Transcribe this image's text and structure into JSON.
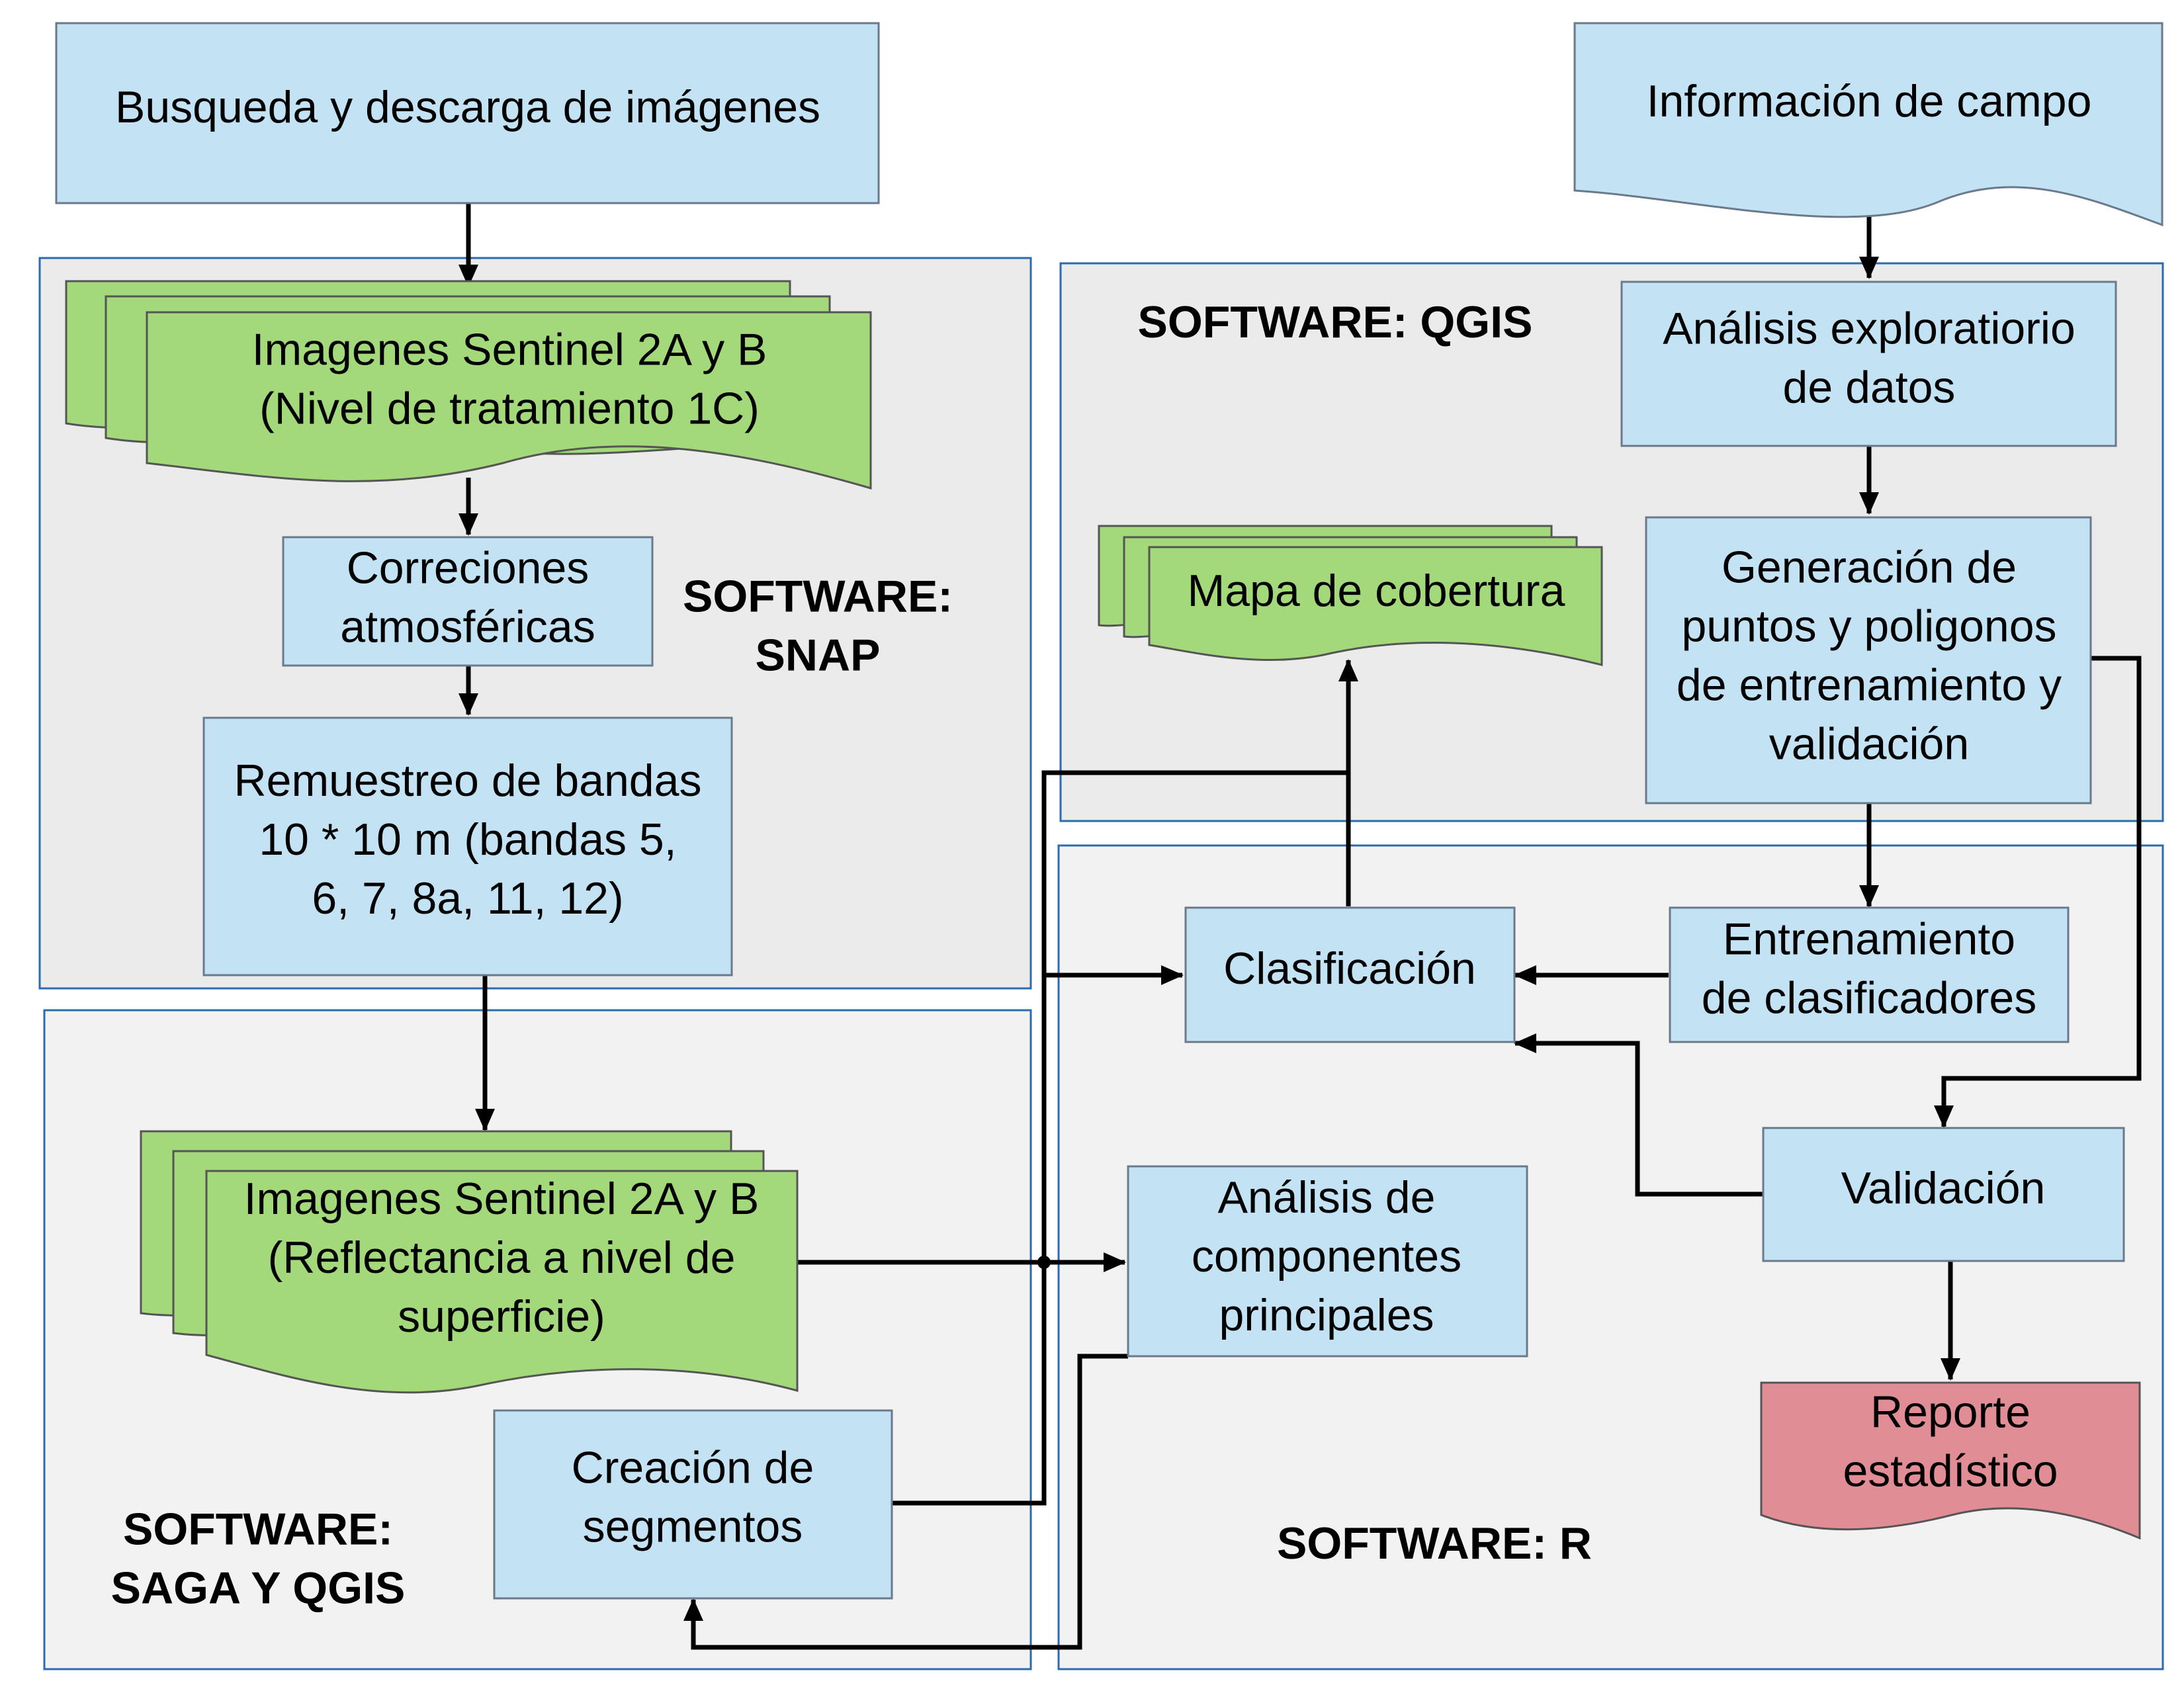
{
  "panels": {
    "snap": "SOFTWARE:\nSNAP",
    "qgis": "SOFTWARE: QGIS",
    "saga": "SOFTWARE:\nSAGA Y QGIS",
    "r": "SOFTWARE: R"
  },
  "nodes": {
    "busqueda": "Busqueda y descarga de imágenes",
    "informacion": "Información de campo",
    "sentinel_1c": "Imagenes Sentinel 2A y B\n(Nivel  de tratamiento 1C)",
    "correcciones": "Correciones\natmosféricas",
    "remuestreo": "Remuestreo de bandas\n10 * 10 m  (bandas 5,\n6, 7, 8a, 11, 12)",
    "analisis_exploratorio": "Análisis exploratiorio\nde datos",
    "mapa": "Mapa de cobertura",
    "generacion": "Generación de\npuntos y poligonos\nde entrenamiento y\nvalidación",
    "clasificacion": "Clasificación",
    "entrenamiento": "Entrenamiento\nde clasificadores",
    "sentinel_reflectancia": "Imagenes Sentinel 2A y B\n(Reflectancia a nivel de\nsuperficie)",
    "acp": "Análisis de\ncomponentes\nprincipales",
    "validacion": "Validación",
    "creacion": "Creación de\nsegmentos",
    "reporte": "Reporte\nestadístico"
  },
  "colors": {
    "process_fill": "#c3e3f5",
    "image_stack_fill": "#a3d97a",
    "report_fill": "#e08d95",
    "panel_border": "#2b6cb0",
    "panel_fill": "#ebebeb"
  }
}
